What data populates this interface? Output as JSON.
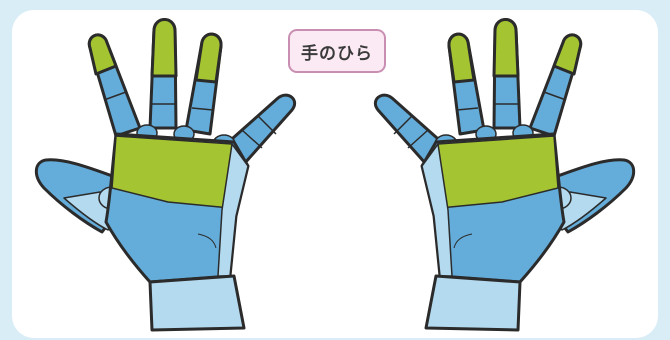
{
  "title": "手のひら",
  "colors": {
    "background": "#d9edf6",
    "card": "#ffffff",
    "badge_fill": "#fbeaf3",
    "badge_border": "#c98fb3",
    "green_zone": "#a4c431",
    "blue_zone": "#64acd9",
    "light_blue_zone": "#b4daf0",
    "outline": "#2b2b2b"
  },
  "hands": [
    {
      "name": "left-hand-palm",
      "side": "left"
    },
    {
      "name": "right-hand-palm",
      "side": "right"
    }
  ]
}
